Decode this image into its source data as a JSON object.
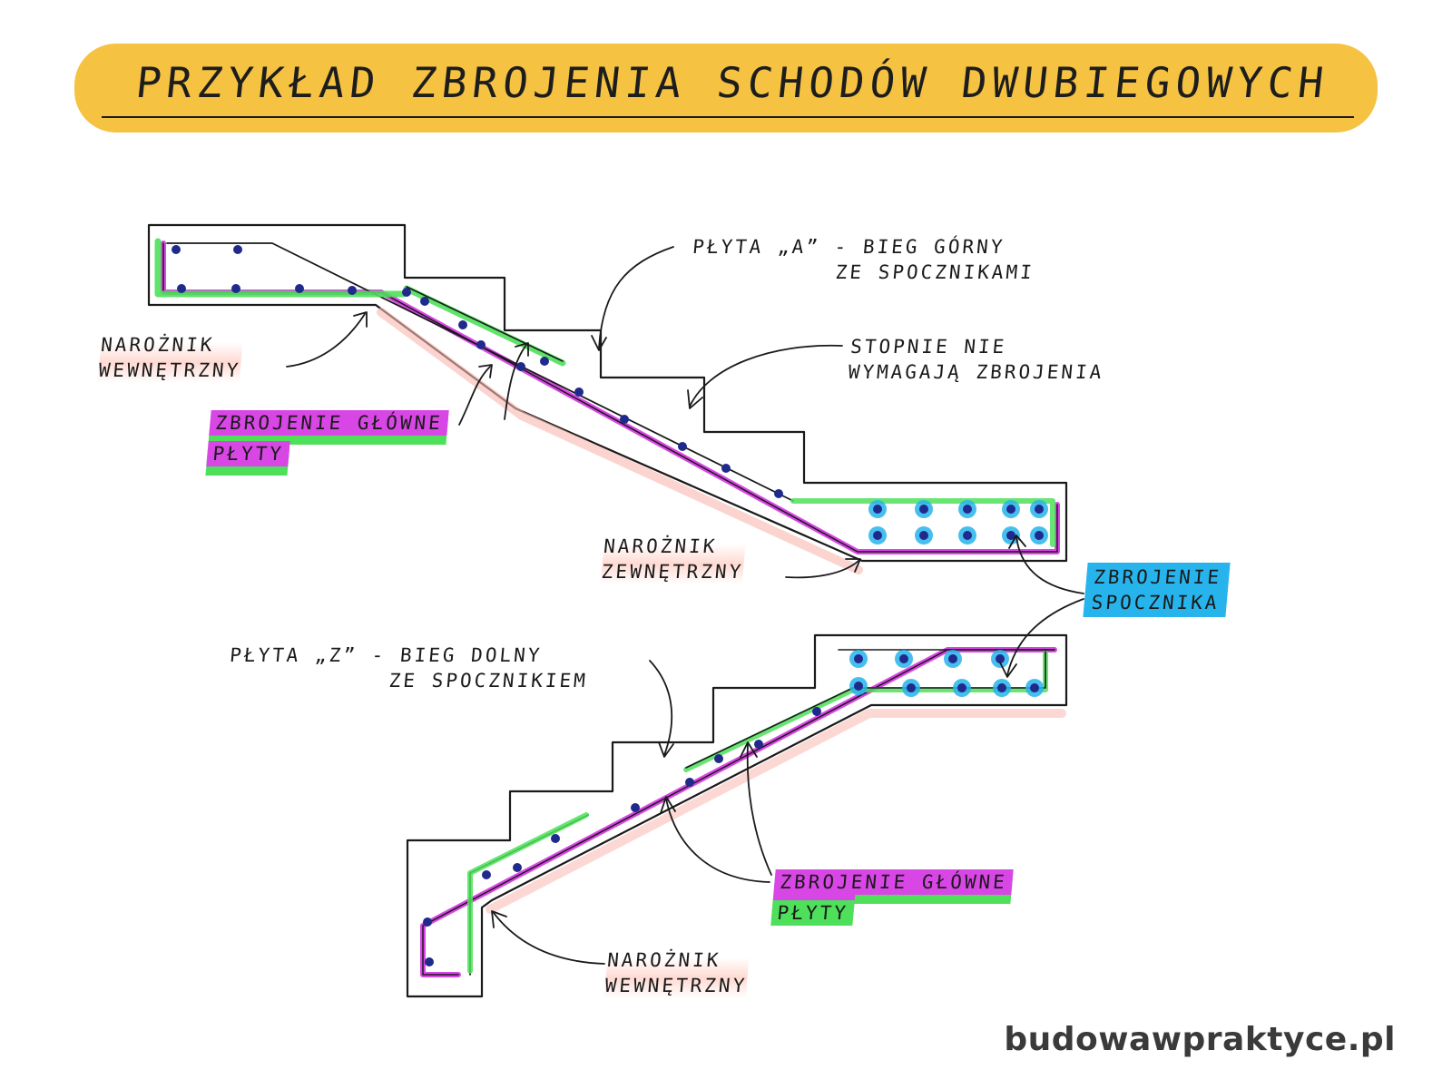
{
  "title": "PRZYKŁAD ZBROJENIA SCHODÓW DWUBIEGOWYCH",
  "labels": {
    "plate_a_line1": "PŁYTA „A” - BIEG GÓRNY",
    "plate_a_line2": "ZE SPOCZNIKAMI",
    "steps_line1": "STOPNIE NIE",
    "steps_line2": "WYMAGAJĄ ZBROJENIA",
    "inner_corner_top_line1": "NAROŻNIK",
    "inner_corner_top_line2": "WEWNĘTRZNY",
    "main_rebar_top_line1": "ZBROJENIE GŁÓWNE",
    "main_rebar_top_line2": "PŁYTY",
    "outer_corner_line1": "NAROŻNIK",
    "outer_corner_line2": "ZEWNĘTRZNY",
    "landing_rebar_line1": "ZBROJENIE",
    "landing_rebar_line2": "SPOCZNIKA",
    "plate_z_line1": "PŁYTA „Z” - BIEG DOLNY",
    "plate_z_line2": "ZE SPOCZNIKIEM",
    "main_rebar_bottom_line1": "ZBROJENIE GŁÓWNE",
    "main_rebar_bottom_line2": "PŁYTY",
    "inner_corner_bottom_line1": "NAROŻNIK",
    "inner_corner_bottom_line2": "WEWNĘTRZNY"
  },
  "watermark": "budowawpraktyce.pl",
  "colors": {
    "title_highlight": "#f5c242",
    "main_rebar": "#d946e6",
    "secondary_rebar": "#4ee05a",
    "landing_rebar": "#27b4ec",
    "bar_dots": "#1f2a8c",
    "outline": "#1a1a1a"
  }
}
